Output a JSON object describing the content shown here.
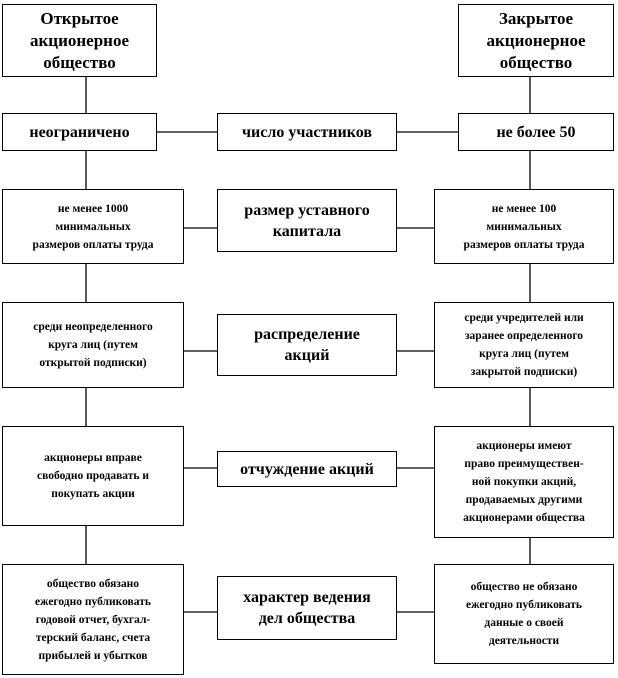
{
  "columns": {
    "left_header": "Открытое\nакционерное\nобщество",
    "right_header": "Закрытое\nакционерное\nобщество"
  },
  "rows": [
    {
      "criterion": "число участников",
      "open": "неограничено",
      "closed": "не более 50"
    },
    {
      "criterion": "размер уставного\nкапитала",
      "open": "не менее 1000\nминимальных\nразмеров оплаты труда",
      "closed": "не менее 100\nминимальных\nразмеров оплаты труда"
    },
    {
      "criterion": "распределение\nакций",
      "open": "среди неопределенного\nкруга лиц (путем\nоткрытой подписки)",
      "closed": "среди учредителей или\nзаранее определенного\nкруга лиц (путем\nзакрытой подписки)"
    },
    {
      "criterion": "отчуждение акций",
      "open": "акционеры вправе\nсвободно продавать и\nпокупать акции",
      "closed": "акционеры имеют\nправо преимуществен-\nной покупки акций,\nпродаваемых другими\nакционерами общества"
    },
    {
      "criterion": "характер ведения\nдел общества",
      "open": "общество обязано\nежегодно публиковать\nгодовой отчет, бухгал-\nтерский баланс, счета\nприбылей и убытков",
      "closed": "общество не обязано\nежегодно публиковать\nданные о своей\nдеятельности"
    }
  ]
}
